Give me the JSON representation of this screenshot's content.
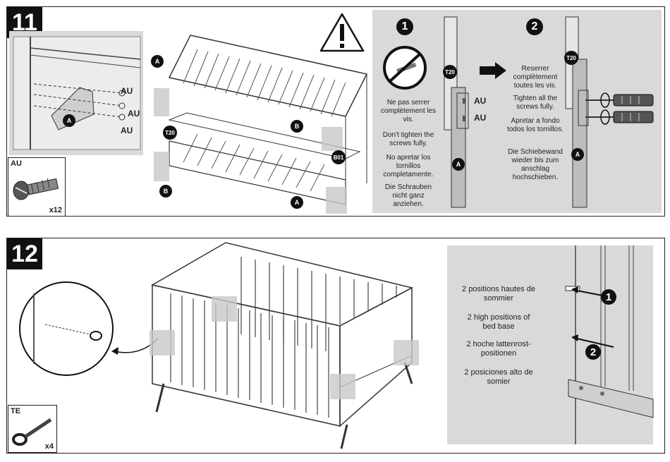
{
  "step11": {
    "number": "11",
    "hardware": {
      "code": "AU",
      "qty": "x12"
    },
    "callouts": {
      "au1": "AU",
      "au2": "AU",
      "au3": "AU",
      "a_small": "A",
      "a_left_top": "A",
      "b_left": "B",
      "b_right": "B",
      "t20": "T20",
      "b01": "B01",
      "a_bottom": "A"
    },
    "stage1": {
      "number": "1",
      "tool": "T20",
      "au_labels": [
        "AU",
        "AU"
      ],
      "part": "A",
      "texts": [
        "Ne pas serrer complètement les vis.",
        "Don't tighten the screws fully.",
        "No apretar los tornillos completamente.",
        "Die Schrauben nicht ganz anziehen."
      ]
    },
    "stage2": {
      "number": "2",
      "tool": "T20",
      "part": "A",
      "texts": [
        "Reserrer complètement toutes les vis.",
        "Tighten all the screws fully.",
        "Apretar a fondo todos los tornillos.",
        "Die Schiebewand wieder bis zum anschlag hochschieben."
      ]
    }
  },
  "step12": {
    "number": "12",
    "hardware": {
      "code": "TE",
      "qty": "x4"
    },
    "markers": [
      "1",
      "2"
    ],
    "texts": [
      "2 positions hautes de sommier",
      "2 high positions of bed base",
      "2 hoche lattenrost-positionen",
      "2 posiciones alto de somier"
    ]
  }
}
